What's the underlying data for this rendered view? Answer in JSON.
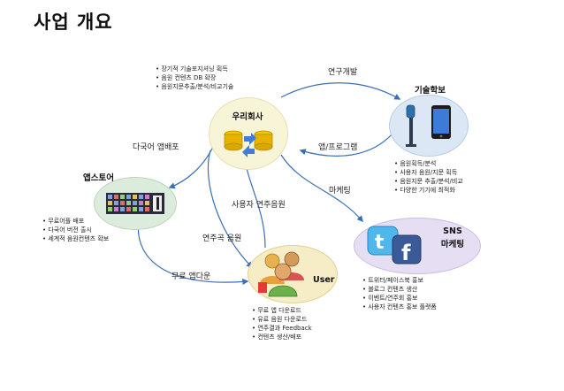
{
  "title": "사업 개요",
  "nodes": {
    "company": {
      "label": "우리회사",
      "bullets": [
        "장기적 기술포지셔닝 획득",
        "음원 컨텐츠 DB 확장",
        "음원지문추출/분석/비교기술"
      ]
    },
    "tech_school": {
      "label": "기술학보",
      "bullets": [
        "음원획득/분석",
        "사용자 음원/지문 획득",
        "음원지문 추출/분석/비교",
        "다양한 기기에 최적화"
      ]
    },
    "app_store": {
      "label": "앱스토어",
      "bullets": [
        "무료어플 배포",
        "다국어 버전 출시",
        "세계적 음원컨텐츠 확보"
      ]
    },
    "sns": {
      "label_line1": "SNS",
      "label_line2": "마케팅",
      "bullets": [
        "트위터/페이스북 홍보",
        "블로그 컨텐츠 생산",
        "이벤트/연주회 홍보",
        "사용자 컨텐츠 홍보 플랫폼"
      ]
    },
    "user": {
      "label": "User",
      "bullets": [
        "무료 앱 다운로드",
        "유료 음원 다운로드",
        "연주결과 Feedback",
        "컨텐츠 생산/배포"
      ]
    }
  },
  "edges": {
    "rnd": "연구개발",
    "multilang": "다국어 앱배포",
    "app_program": "앱/프로그램",
    "marketing": "마케팅",
    "user_music": "사용자 연주음원",
    "perf_music": "연주곡 음원",
    "free_download": "무료 앱다운"
  },
  "colors": {
    "company_circle": "#f7f4d8",
    "tech_circle": "#dbe7f4",
    "appstore_circle": "#dcecdc",
    "sns_circle": "#e6def2",
    "user_circle": "#f6ecc6",
    "arrow": "#3b6fb5"
  },
  "icons": {
    "company": "database-sync-icon",
    "tech_school": "microphone-phone-icon",
    "app_store": "app-grid-icon",
    "sns": "twitter-facebook-icon",
    "user": "users-group-icon"
  }
}
